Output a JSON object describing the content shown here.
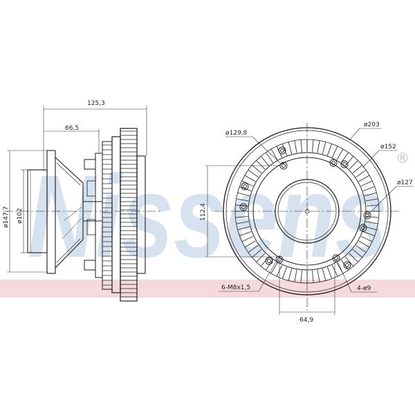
{
  "watermark": {
    "brand": "Nissens",
    "registered": "®",
    "color": "#c8d8e8",
    "band_color": "#f0c8cc"
  },
  "side_view": {
    "dim_overall_length": "125,3",
    "dim_hub_length": "66,5",
    "dim_outer_diameter": "ø147,7",
    "dim_flange_diameter": "ø102"
  },
  "front_view": {
    "dim_outer_diameter": "ø203",
    "dim_fin_diameter": "ø152",
    "dim_bolt_circle": "ø127",
    "dim_pitch_diameter": "ø129,8",
    "dim_height": "112,4",
    "dim_width": "64,9",
    "thread_callout": "6-M8x1,5",
    "hole_callout": "4-ø9"
  },
  "colors": {
    "line": "#1a1a1a",
    "thin_line": "#333333"
  }
}
